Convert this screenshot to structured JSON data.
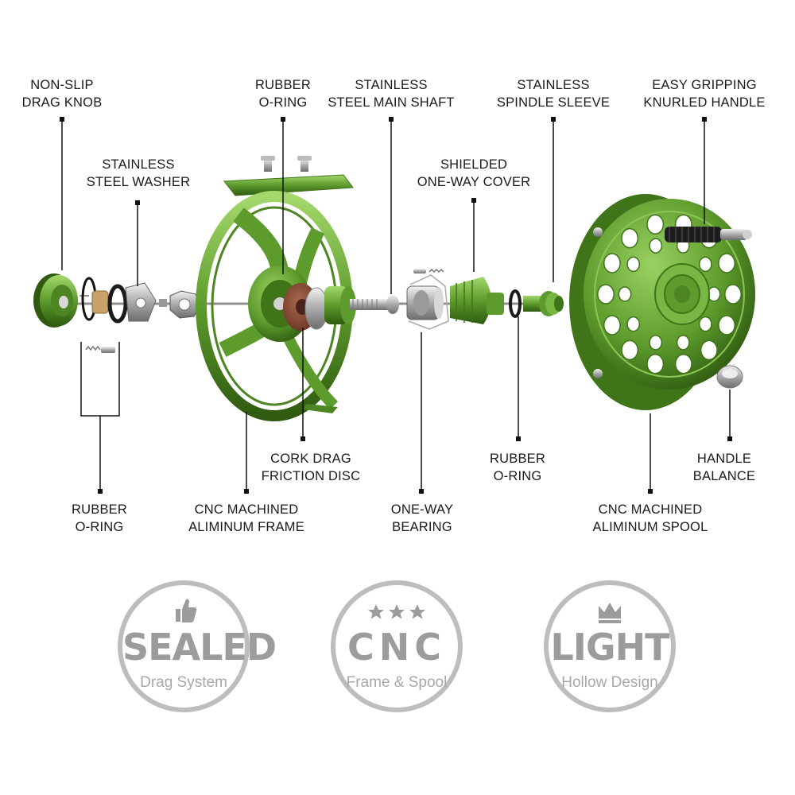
{
  "labels": {
    "non_slip_drag_knob": [
      "NON-SLIP",
      "DRAG KNOB"
    ],
    "rubber_o_ring_top": [
      "RUBBER",
      "O-RING"
    ],
    "stainless_steel_main_shaft": [
      "STAINLESS",
      "STEEL MAIN SHAFT"
    ],
    "stainless_spindle_sleeve": [
      "STAINLESS",
      "SPINDLE SLEEVE"
    ],
    "easy_gripping_knurled_handle": [
      "EASY GRIPPING",
      "KNURLED HANDLE"
    ],
    "stainless_steel_washer": [
      "STAINLESS",
      "STEEL WASHER"
    ],
    "shielded_one_way_cover": [
      "SHIELDED",
      "ONE-WAY COVER"
    ],
    "cork_drag_friction_disc": [
      "CORK DRAG",
      "FRICTION DISC"
    ],
    "rubber_o_ring_right": [
      "RUBBER",
      "O-RING"
    ],
    "handle_balance": [
      "HANDLE",
      "BALANCE"
    ],
    "rubber_o_ring_left": [
      "RUBBER",
      "O-RING"
    ],
    "cnc_machined_aluminum_frame": [
      "CNC MACHINED",
      "ALIMINUM FRAME"
    ],
    "one_way_bearing": [
      "ONE-WAY",
      "BEARING"
    ],
    "cnc_machined_aluminum_spool": [
      "CNC MACHINED",
      "ALIMINUM SPOOL"
    ]
  },
  "badges": [
    {
      "title": "SEALED",
      "subtitle": "Drag System",
      "icon": "thumbs-up-icon"
    },
    {
      "title": "CNC",
      "subtitle": "Frame & Spool",
      "icon": "three-stars-icon"
    },
    {
      "title": "LIGHT",
      "subtitle": "Hollow Design",
      "icon": "crown-icon"
    }
  ],
  "colors": {
    "reel_green": "#5d9b2c",
    "reel_green_dark": "#3f7418",
    "reel_green_light": "#8cc656",
    "leader_line": "#111111",
    "badge_grey": "#9c9c9c",
    "cork": "#8a4a36",
    "steel": "#b8b8b8"
  }
}
